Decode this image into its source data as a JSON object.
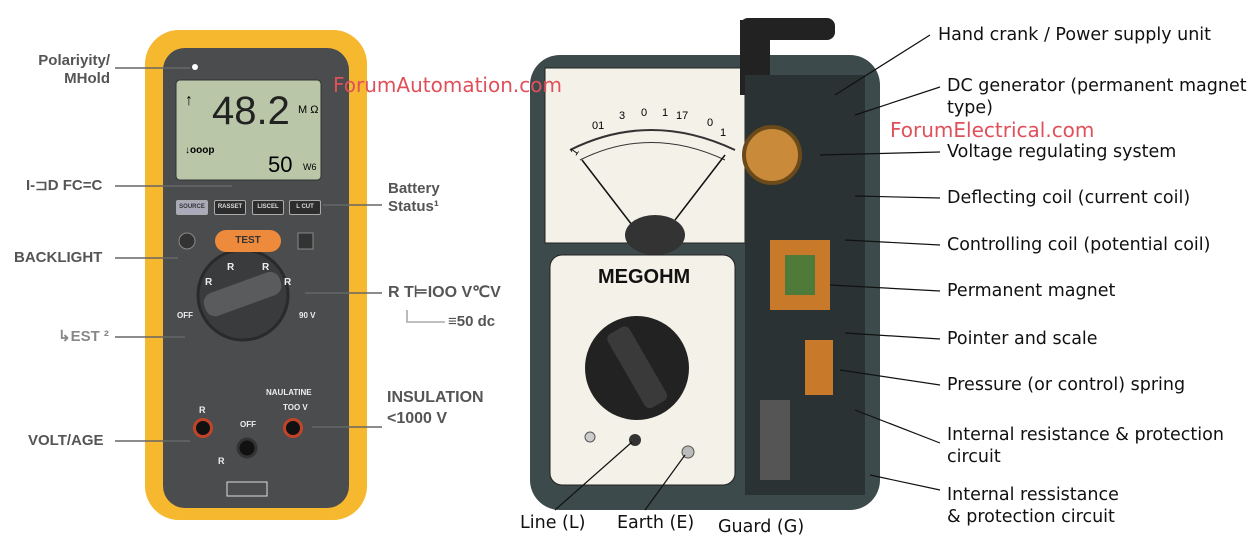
{
  "watermarks": {
    "left": "ForumAutomation.com",
    "right": "ForumElectrical.com"
  },
  "tester": {
    "display": {
      "reading": "48.2",
      "unit": "M Ω",
      "mode": "↓ooop",
      "arrow": "↑",
      "voltage": "50",
      "voltage_unit": "W6"
    },
    "buttons": [
      "SOURCE",
      "RASSET",
      "LISCEL",
      "L CUT"
    ],
    "test_button": "TEST",
    "dial_labels": [
      "R",
      "R",
      "R",
      "R",
      "R"
    ],
    "off_label": "OFF",
    "v_label": "90 V",
    "jack_labels": {
      "left": "R",
      "center": "OFF",
      "right_top": "NAULATINE",
      "right_sub": "TOO V",
      "bottom": "R"
    },
    "callouts": {
      "polarity": "Polariyity/\nMHold",
      "lcd": "I-⊐D FC=C",
      "battery": "Battery\nStatus¹",
      "backlight": "BACKLIGHT",
      "range": "R T⊨IOO V℃V",
      "range_sub": "≡50 dc",
      "test": "↳EST ²",
      "insulation": "INSULATION\n<1000 V",
      "voltage": "VOLT/AGE"
    }
  },
  "megohmmeter": {
    "title": "MEGOHM",
    "scale": [
      "1",
      "01",
      "3",
      "0",
      "1",
      "17",
      "0",
      "1"
    ],
    "terminals": [
      "Line (L)",
      "Earth (E)",
      "Guard (G)"
    ],
    "parts": [
      "Hand crank / Power supply unit",
      "DC generator (permanent magnet\ntype)",
      "Voltage regulating system",
      "Deflecting coil (current coil)",
      "Controlling coil (potential coil)",
      "Permanent magnet",
      "Pointer and scale",
      "Pressure (or control) spring",
      "Internal resistance & protection\ncircuit",
      "Internal ressistance\n& protection circuit"
    ]
  },
  "colors": {
    "yellow": "#f5b82e",
    "body": "#4a4c4e",
    "lcd": "#b9c7a8",
    "test": "#ee8a3c",
    "case": "#3d4a4c",
    "accent": "#e0505a"
  }
}
